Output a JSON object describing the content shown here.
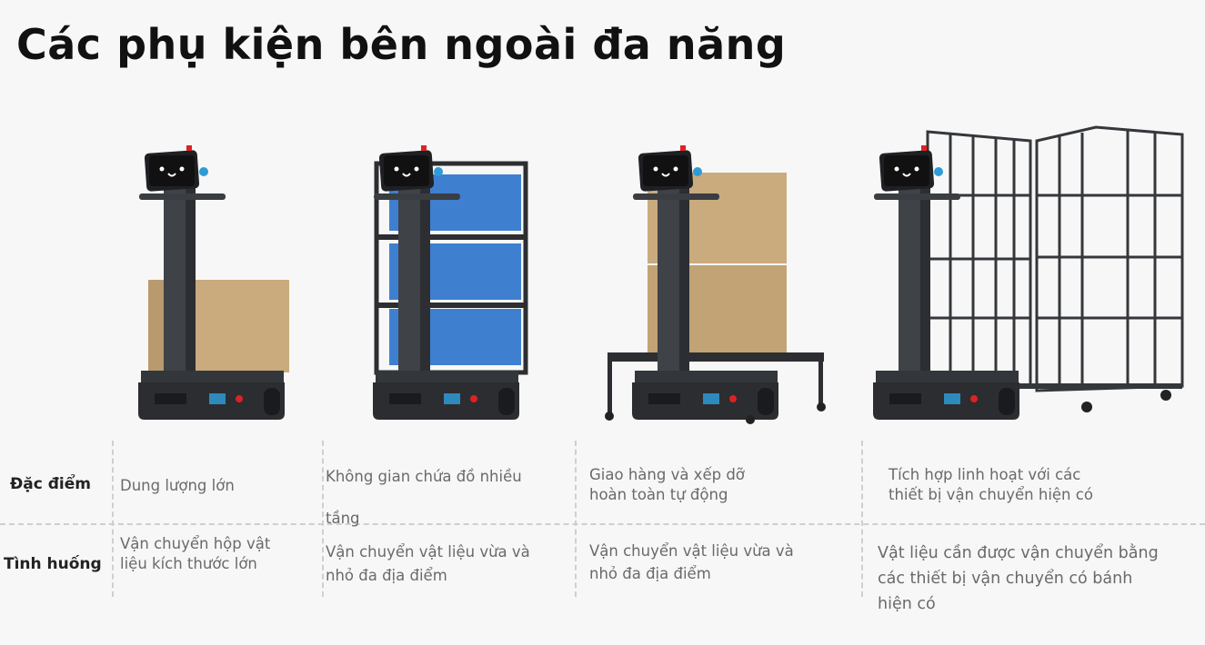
{
  "title": "Các phụ kiện bên ngoài đa năng",
  "table": {
    "row_labels": [
      "Đặc điểm",
      "Tình huống"
    ],
    "features": [
      [
        "Dung lượng lớn"
      ],
      [
        "Không gian chứa đồ nhiều",
        "tầng"
      ],
      [
        "Giao hàng và xếp dỡ",
        "hoàn toàn tự động"
      ],
      [
        "Tích hợp linh hoạt với các",
        "thiết bị vận chuyển hiện có"
      ]
    ],
    "scenarios": [
      [
        "Vận chuyển hộp vật",
        "liệu kích thước lớn"
      ],
      [
        "Vận chuyển vật liệu vừa và",
        "nhỏ đa địa điểm"
      ],
      [
        "Vận chuyển vật liệu vừa và",
        "nhỏ đa địa điểm"
      ],
      [
        "Vật liệu cần được vận chuyển bằng",
        "các thiết bị vận chuyển có bánh",
        "hiện có"
      ]
    ]
  },
  "colors": {
    "robot": "#3a3d42",
    "box": "#c9ab7e",
    "bin": "#3f7fd0",
    "accent_blue": "#2f9bd6",
    "red": "#d22"
  }
}
